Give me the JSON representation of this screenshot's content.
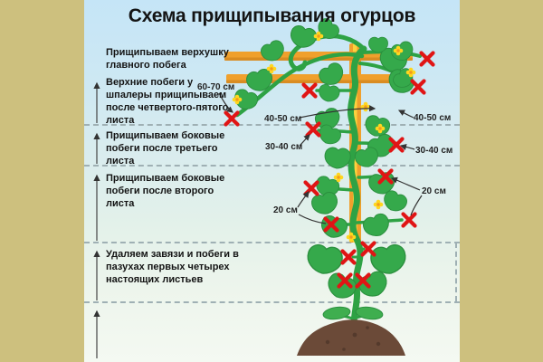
{
  "title": "Схема прищипывания огурцов",
  "zones": [
    {
      "label": "Прищипываем верхушку главного побега"
    },
    {
      "label": "Верхние побеги у шпалеры прищипываем после четвертого-пятого листа"
    },
    {
      "label": "Прищипываем боковые побеги после третьего листа"
    },
    {
      "label": "Прищипываем боковые побеги после второго листа"
    },
    {
      "label": "Удаляем завязи и побеги в пазухах первых четырех настоящих листьев"
    }
  ],
  "measurements": {
    "top": "60-70 см",
    "upper_left": "40-50 см",
    "upper_right": "40-50 см",
    "mid_left": "30-40 см",
    "mid_right": "30-40 см",
    "low_left": "20 см",
    "low_right": "20 см"
  },
  "icons": {
    "pinch_mark": "red-x-pinch-mark",
    "zone_arrow": "up-arrow",
    "flower": "yellow-flower"
  },
  "colors": {
    "border_tan": "#cdc07e",
    "sky_top": "#c5e5f7",
    "ground_bottom": "#f4f9f2",
    "trellis_orange": "#f0a02c",
    "pole_stripe_yellow": "#fdd23e",
    "stem_green": "#2ea244",
    "leaf_green": "#35a94b",
    "pinch_red": "#e01515",
    "soil_brown": "#6b4a38",
    "text": "#141414",
    "dash_gray": "#9fb0b4"
  }
}
